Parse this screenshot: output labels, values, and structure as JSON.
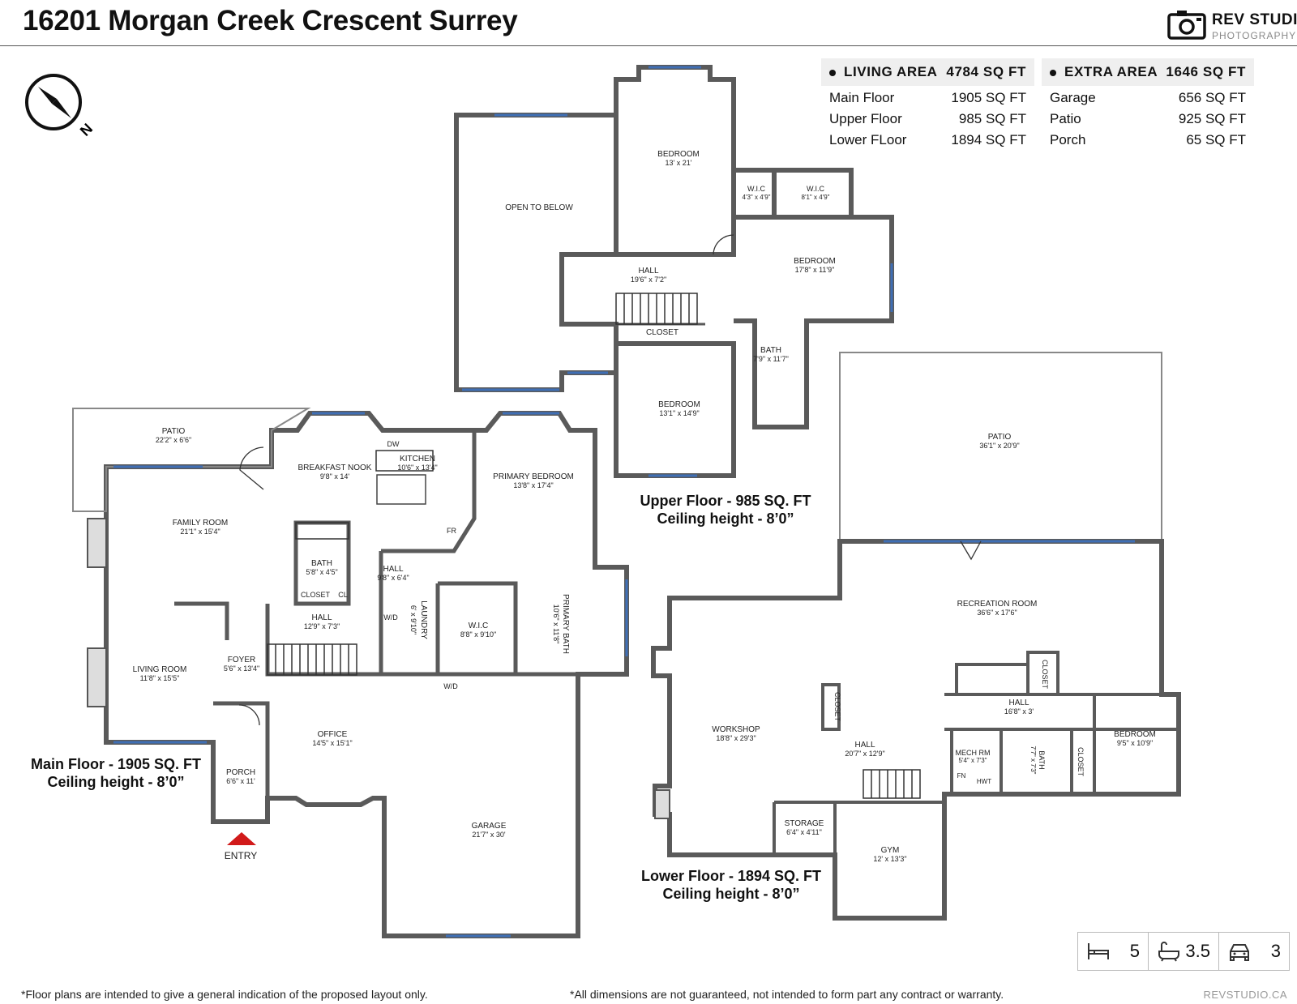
{
  "header": {
    "title": "16201 Morgan Creek Crescent Surrey",
    "logo_line1": "REV STUDIO",
    "logo_line2": "PHOTOGRAPHY",
    "compass_letter": "N"
  },
  "living_area": {
    "label": "LIVING AREA",
    "total": "4784 SQ FT",
    "rows": [
      {
        "name": "Main Floor",
        "value": "1905 SQ FT"
      },
      {
        "name": "Upper Floor",
        "value": "985 SQ FT"
      },
      {
        "name": "Lower FLoor",
        "value": "1894 SQ FT"
      }
    ]
  },
  "extra_area": {
    "label": "EXTRA AREA",
    "total": "1646 SQ FT",
    "rows": [
      {
        "name": "Garage",
        "value": "656 SQ FT"
      },
      {
        "name": "Patio",
        "value": "925 SQ FT"
      },
      {
        "name": "Porch",
        "value": "65 SQ FT"
      }
    ]
  },
  "floors": {
    "upper": {
      "line1": "Upper Floor - 985 SQ. FT",
      "line2": "Ceiling height - 8’0”"
    },
    "main": {
      "line1": "Main Floor - 1905 SQ. FT",
      "line2": "Ceiling height - 8’0”"
    },
    "lower": {
      "line1": "Lower Floor - 1894 SQ. FT",
      "line2": "Ceiling height - 8’0”"
    }
  },
  "rooms": {
    "open_to_below": {
      "name": "OPEN TO BELOW"
    },
    "upper_bed1": {
      "name": "BEDROOM",
      "dim": "13' x 21'"
    },
    "wic1": {
      "name": "W.I.C",
      "dim": "4'3\" x 4'9\""
    },
    "wic2": {
      "name": "W.I.C",
      "dim": "8'1\" x 4'9\""
    },
    "upper_bed2": {
      "name": "BEDROOM",
      "dim": "17'8\" x 11'9\""
    },
    "upper_hall": {
      "name": "HALL",
      "dim": "19'6\" x 7'2\""
    },
    "upper_closet": {
      "name": "CLOSET"
    },
    "upper_bath": {
      "name": "BATH",
      "dim": "7'9\" x 11'7\""
    },
    "upper_bed3": {
      "name": "BEDROOM",
      "dim": "13'1\" x 14'9\""
    },
    "main_patio": {
      "name": "PATIO",
      "dim": "22'2\" x 6'6\""
    },
    "breakfast": {
      "name": "BREAKFAST NOOK",
      "dim": "9'8\" x 14'"
    },
    "kitchen": {
      "name": "KITCHEN",
      "dim": "10'6\" x 13'4\""
    },
    "dw": {
      "name": "DW"
    },
    "fr": {
      "name": "FR"
    },
    "primary_bed": {
      "name": "PRIMARY BEDROOM",
      "dim": "13'8\" x 17'4\""
    },
    "family": {
      "name": "FAMILY ROOM",
      "dim": "21'1\" x 15'4\""
    },
    "main_bath": {
      "name": "BATH",
      "dim": "5'8\" x 4'5\""
    },
    "main_closet": {
      "name": "CLOSET"
    },
    "cl": {
      "name": "CL"
    },
    "main_hall2": {
      "name": "HALL",
      "dim": "9'8\" x 6'4\""
    },
    "main_hall": {
      "name": "HALL",
      "dim": "12'9\" x 7'3\""
    },
    "laundry": {
      "name": "LAUNDRY",
      "dim": "6' x 9'10\""
    },
    "wd": {
      "name": "W/D"
    },
    "wic_main": {
      "name": "W.I.C",
      "dim": "8'8\" x 9'10\""
    },
    "primary_bath": {
      "name": "PRIMARY BATH",
      "dim": "10'6\" x 11'8\""
    },
    "living": {
      "name": "LIVING ROOM",
      "dim": "11'8\" x 15'5\""
    },
    "foyer": {
      "name": "FOYER",
      "dim": "5'6\" x 13'4\""
    },
    "office": {
      "name": "OFFICE",
      "dim": "14'5\" x 15'1\""
    },
    "porch": {
      "name": "PORCH",
      "dim": "6'6\" x 11'"
    },
    "entry": {
      "name": "ENTRY"
    },
    "garage": {
      "name": "GARAGE",
      "dim": "21'7\" x 30'"
    },
    "lower_patio": {
      "name": "PATIO",
      "dim": "36'1\" x 20'9\""
    },
    "recreation": {
      "name": "RECREATION ROOM",
      "dim": "36'6\" x 17'6\""
    },
    "workshop": {
      "name": "WORKSHOP",
      "dim": "18'8\" x 29'3\""
    },
    "lower_closet": {
      "name": "CLOSET"
    },
    "lower_hall": {
      "name": "HALL",
      "dim": "20'7\" x 12'9\""
    },
    "lower_hall2": {
      "name": "HALL",
      "dim": "16'8\" x 3'"
    },
    "mech": {
      "name": "MECH RM",
      "dim": "5'4\" x 7'3\""
    },
    "fn": {
      "name": "FN"
    },
    "hwt": {
      "name": "HWT"
    },
    "lower_bath": {
      "name": "BATH",
      "dim": "7'7\" x 7'3\""
    },
    "lower_bed": {
      "name": "BEDROOM",
      "dim": "9'5\" x 10'9\""
    },
    "storage": {
      "name": "STORAGE",
      "dim": "6'4\" x 4'11\""
    },
    "gym": {
      "name": "GYM",
      "dim": "12' x 13'3\""
    }
  },
  "stats": {
    "beds": "5",
    "baths": "3.5",
    "garage": "3"
  },
  "footer": {
    "left": "*Floor plans are intended to give a general indication of the proposed layout only.",
    "middle": "*All dimensions are not guaranteed, not intended to form part any contract or warranty.",
    "brand": "REVSTUDIO.CA"
  },
  "colors": {
    "wall": "#5a5a5a",
    "window": "#3f6fb5",
    "entry": "#d11a1a"
  }
}
